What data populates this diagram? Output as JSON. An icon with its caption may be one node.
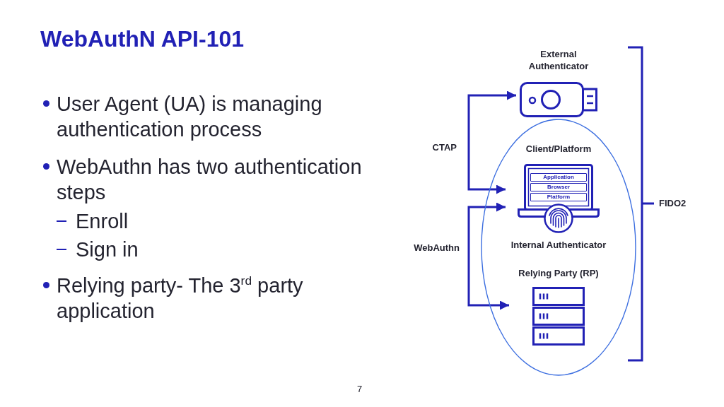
{
  "diagram": {
    "title": "WebAuthN API-101",
    "nodes": [
      {
        "text": [
          "External Authenticator"
        ]
      },
      {
        "text": [],
        "shape": "ellipse"
      },
      {
        "text": [
          "Client/Platform",
          "Internal Authenticator"
        ],
        "in": 1
      },
      {
        "text": [
          "Application"
        ],
        "in": 2
      },
      {
        "text": [
          "Browser"
        ],
        "in": 2
      },
      {
        "text": [
          "Platform"
        ],
        "in": 2
      },
      {
        "text": [
          "Relying Party (RP)"
        ],
        "in": 1
      }
    ],
    "edges": [
      {
        "from": 2,
        "to": 0,
        "arrow": "both",
        "label": "CTAP"
      },
      {
        "from": 2,
        "to": 6,
        "arrow": "both",
        "label": "WebAuthn"
      }
    ],
    "labels": [
      "User Agent (UA) is managing authentication process",
      "WebAuthn has two authentication steps",
      "Enroll",
      "Sign in",
      "Relying party- The 3$^{rd}$ party application",
      "FIDO2",
      "7"
    ]
  }
}
